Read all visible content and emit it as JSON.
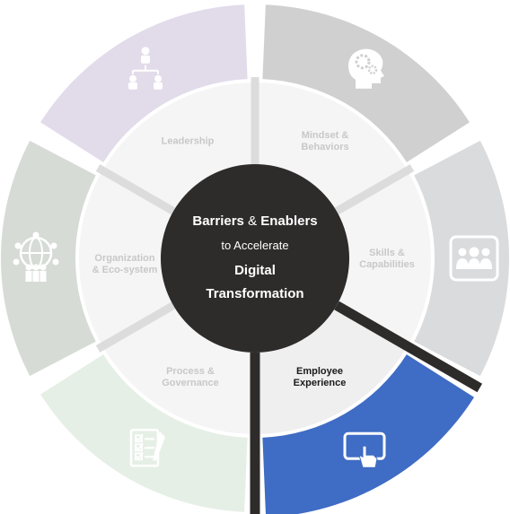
{
  "center": {
    "line1_a": "Barriers",
    "line1_amp": "&",
    "line1_b": "Enablers",
    "line2": "to Accelerate",
    "line3": "Digital",
    "line4": "Transformation"
  },
  "segments": [
    {
      "id": "leadership",
      "line1": "Leadership",
      "line2": "",
      "icon": "org-chart-icon",
      "color": "#e2dbea",
      "active": false
    },
    {
      "id": "mindset",
      "line1": "Mindset &",
      "line2": "Behaviors",
      "icon": "head-gears-icon",
      "color": "#d0d0d0",
      "active": false
    },
    {
      "id": "skills",
      "line1": "Skills &",
      "line2": "Capabilities",
      "icon": "team-icon",
      "color": "#dadbdc",
      "active": false
    },
    {
      "id": "employee",
      "line1": "Employee",
      "line2": "Experience",
      "icon": "touch-tablet-icon",
      "color": "#3f6cc4",
      "active": true
    },
    {
      "id": "process",
      "line1": "Process &",
      "line2": "Governance",
      "icon": "checklist-icon",
      "color": "#e6efe6",
      "active": false
    },
    {
      "id": "organization",
      "line1": "Organization",
      "line2": "& Eco-system",
      "icon": "globe-network-icon",
      "color": "#d6dbd6",
      "active": false
    }
  ],
  "colors": {
    "center": "#2e2b2b",
    "divider": "#dcdcdc",
    "inner_ring": "#f5f5f5",
    "active_inner": "#efefef",
    "active_outer": "#3f6cc4",
    "active_divider": "#2e2b2b"
  }
}
